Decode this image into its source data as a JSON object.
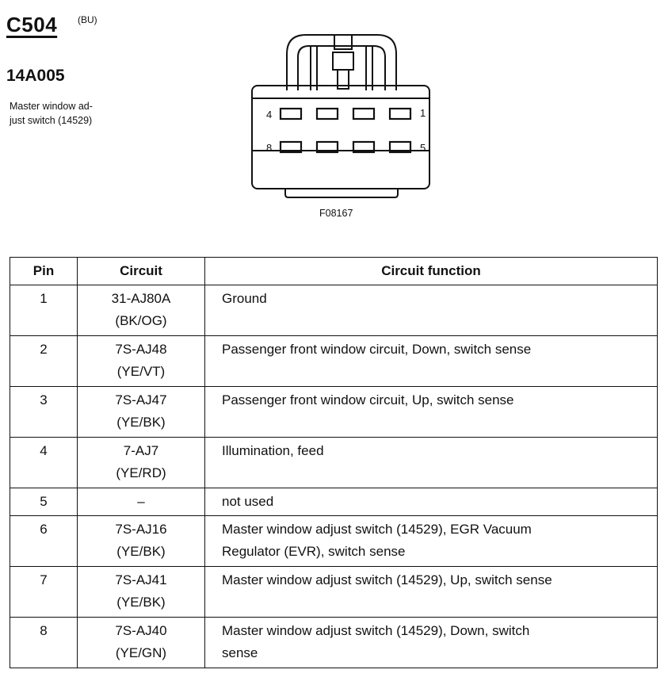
{
  "header": {
    "connector_id": "C504",
    "connector_color": "(BU)",
    "part_number": "14A005",
    "component_lines": [
      "Master window ad-",
      "just switch (14529)"
    ]
  },
  "figure": {
    "code": "F08167",
    "pin_labels": {
      "top_left": "4",
      "top_right": "1",
      "bottom_left": "8",
      "bottom_right": "5"
    }
  },
  "table": {
    "headers": [
      "Pin",
      "Circuit",
      "Circuit function"
    ],
    "rows": [
      {
        "pin": "1",
        "circuit": "31-AJ80A",
        "color": "(BK/OG)",
        "function_lines": [
          "Ground"
        ]
      },
      {
        "pin": "2",
        "circuit": "7S-AJ48",
        "color": "(YE/VT)",
        "function_lines": [
          "Passenger front window circuit, Down, switch sense"
        ]
      },
      {
        "pin": "3",
        "circuit": "7S-AJ47",
        "color": "(YE/BK)",
        "function_lines": [
          "Passenger front window circuit, Up, switch sense"
        ]
      },
      {
        "pin": "4",
        "circuit": "7-AJ7",
        "color": "(YE/RD)",
        "function_lines": [
          "Illumination, feed"
        ]
      },
      {
        "pin": "5",
        "circuit": "–",
        "color": "",
        "function_lines": [
          "not used"
        ]
      },
      {
        "pin": "6",
        "circuit": "7S-AJ16",
        "color": "(YE/BK)",
        "function_lines": [
          "Master window adjust switch (14529), EGR Vacuum",
          "Regulator (EVR), switch sense"
        ]
      },
      {
        "pin": "7",
        "circuit": "7S-AJ41",
        "color": "(YE/BK)",
        "function_lines": [
          "Master window adjust switch (14529), Up, switch sense"
        ]
      },
      {
        "pin": "8",
        "circuit": "7S-AJ40",
        "color": "(YE/GN)",
        "function_lines": [
          "Master window adjust switch (14529), Down, switch",
          "sense"
        ]
      }
    ]
  }
}
